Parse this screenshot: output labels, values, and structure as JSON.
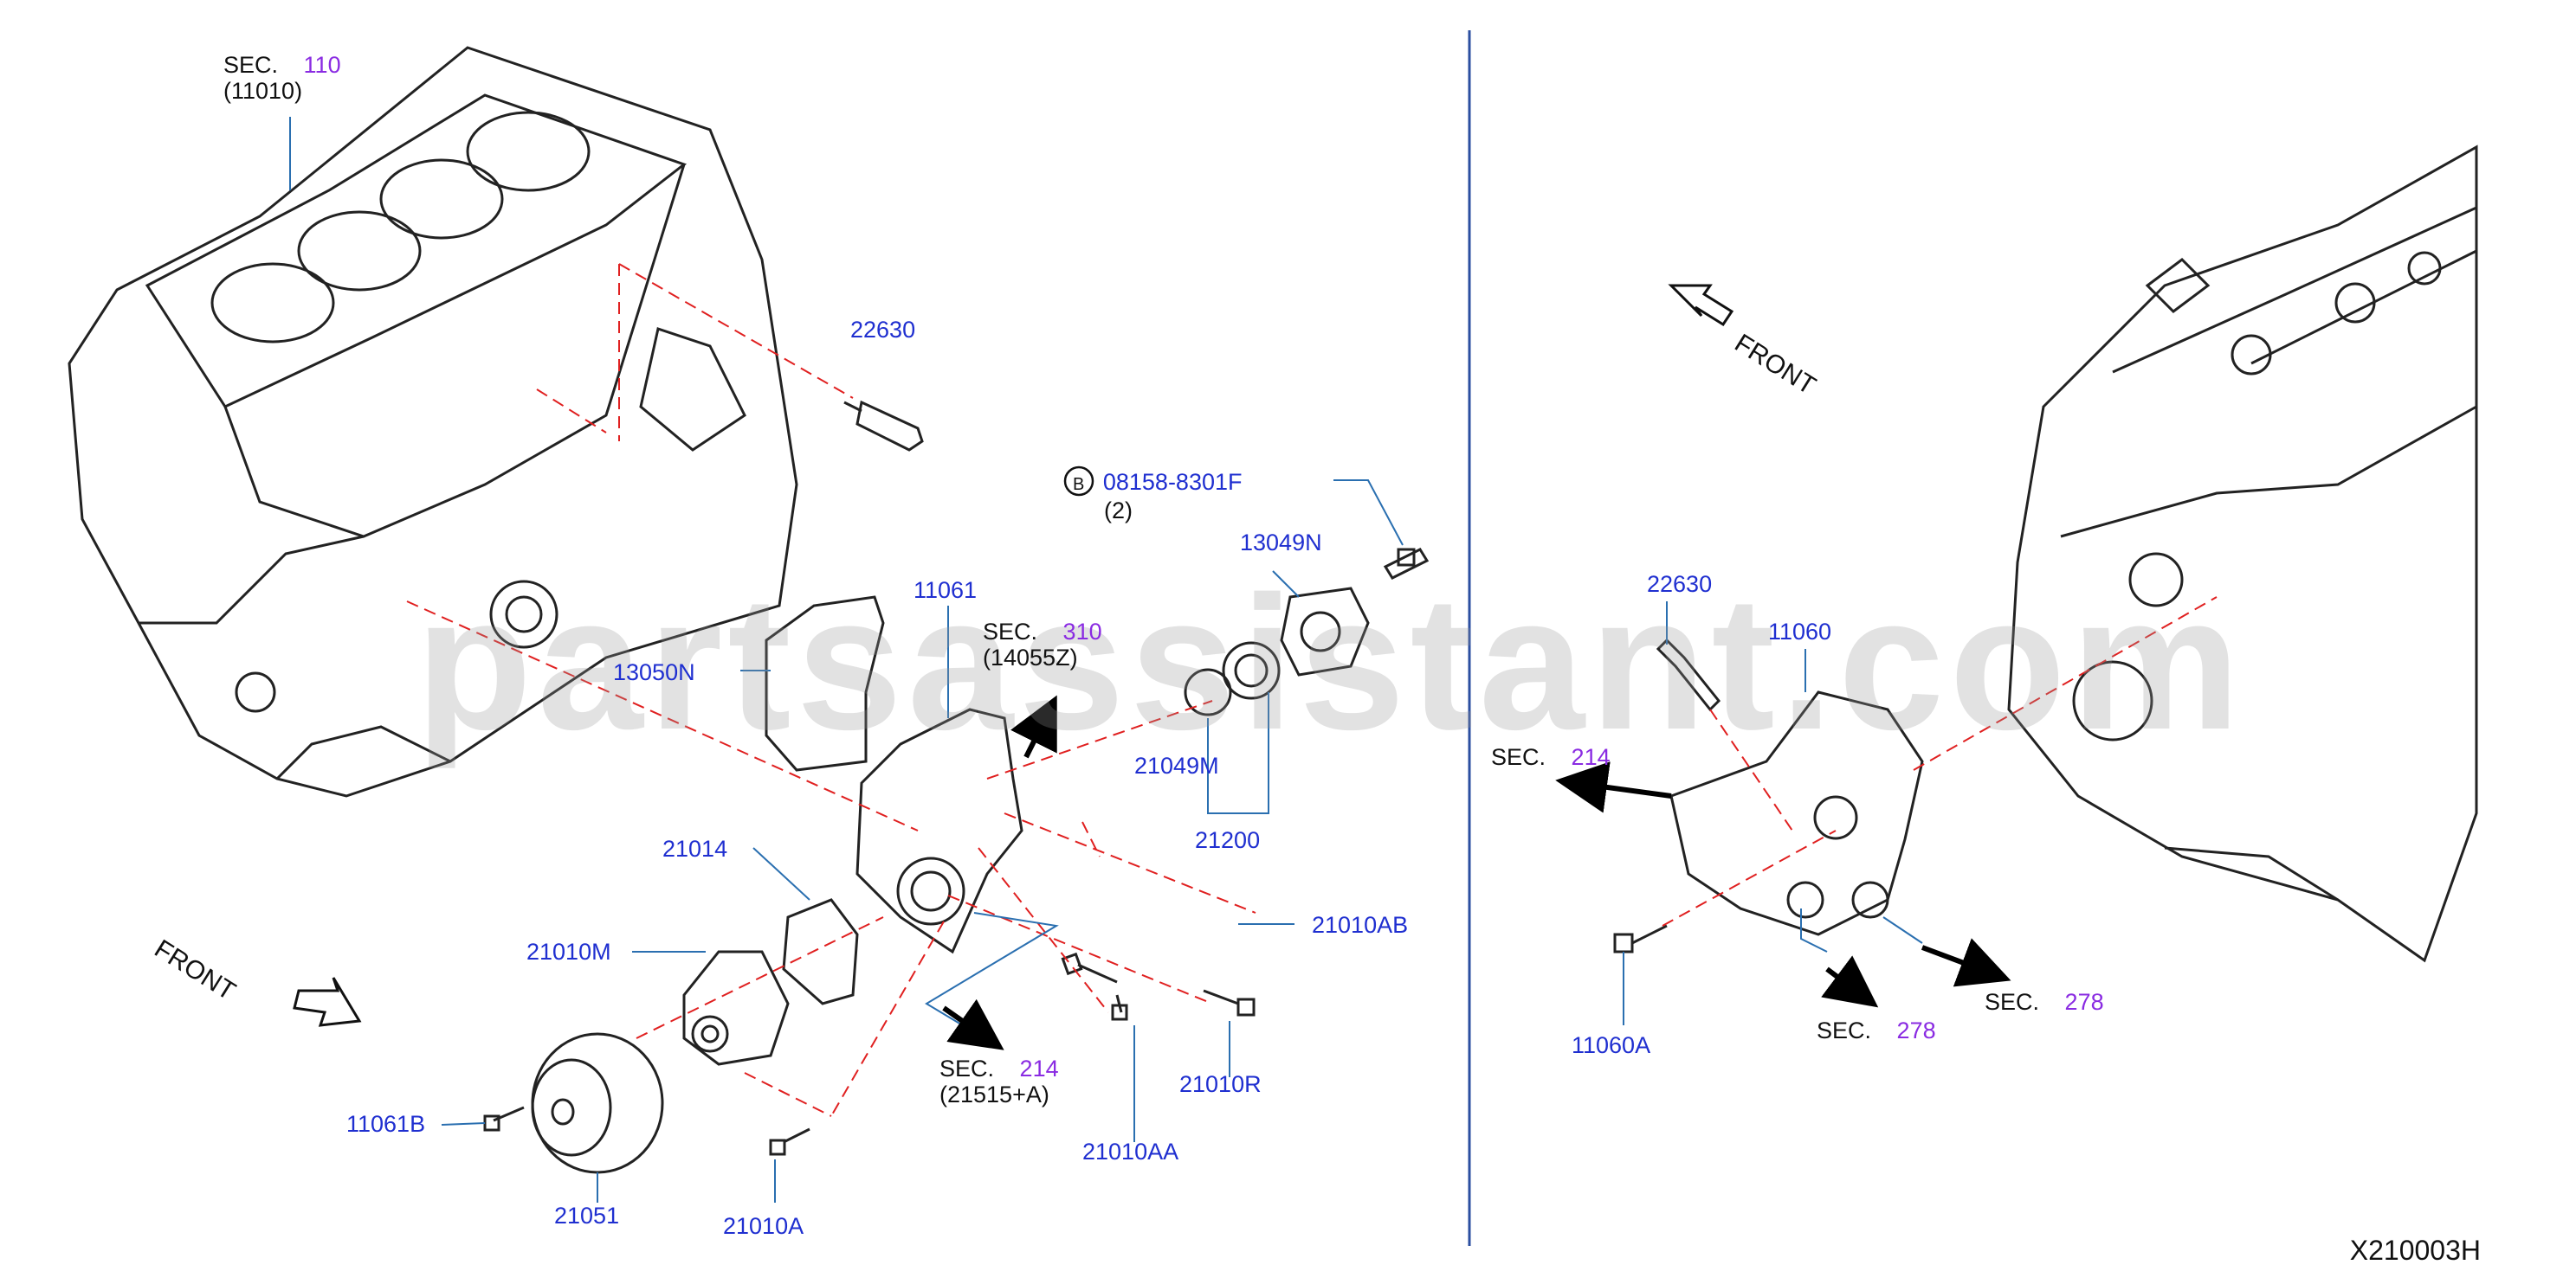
{
  "watermark": "partsassistant.com",
  "diagram_id": "X210003H",
  "front_left": "FRONT",
  "front_right": "FRONT",
  "labels": {
    "sec_110": {
      "sec": "SEC.",
      "num": "110",
      "sub": "(11010)"
    },
    "p22630_left": "22630",
    "bolt_b_ref": {
      "circle": "B",
      "part": "08158-8301F",
      "qty": "(2)"
    },
    "p13049N": "13049N",
    "p11061": "11061",
    "sec_310": {
      "sec": "SEC.",
      "num": "310",
      "sub": "(14055Z)"
    },
    "p13050N": "13050N",
    "p21049M": "21049M",
    "p21200": "21200",
    "p21014": "21014",
    "p21010AB": "21010AB",
    "p21010M": "21010M",
    "p21010R": "21010R",
    "sec_214_left": {
      "sec": "SEC.",
      "num": "214",
      "sub": "(21515+A)"
    },
    "p21010AA": "21010AA",
    "p11061B": "11061B",
    "p21051": "21051",
    "p21010A": "21010A",
    "p22630_right": "22630",
    "p11060": "11060",
    "sec_214_right": {
      "sec": "SEC.",
      "num": "214"
    },
    "p11060A": "11060A",
    "sec_278_a": {
      "sec": "SEC.",
      "num": "278"
    },
    "sec_278_b": {
      "sec": "SEC.",
      "num": "278"
    }
  },
  "colors": {
    "part_label": "#1f2fd0",
    "section_number": "#8a2be2",
    "leader": "#2a6fb0",
    "dash": "#e02020",
    "divider": "#2c4fa0"
  }
}
